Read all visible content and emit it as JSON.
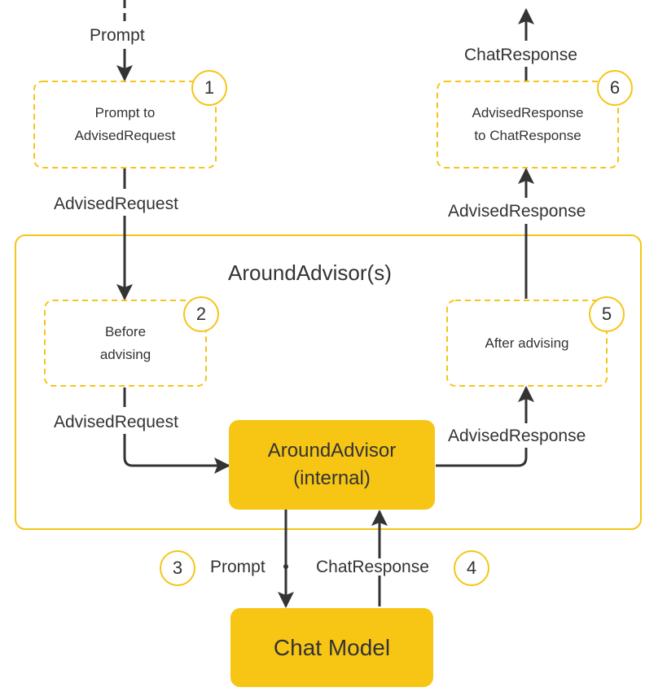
{
  "colors": {
    "accent": "#f7c514",
    "border": "#f5c518",
    "line": "#333333"
  },
  "input_label": "Prompt",
  "output_label": "ChatResponse",
  "step1": {
    "number": "1",
    "line1": "Prompt to",
    "line2": "AdvisedRequest"
  },
  "label_after_step1": "AdvisedRequest",
  "step6": {
    "number": "6",
    "line1": "AdvisedResponse",
    "line2": "to ChatResponse"
  },
  "label_before_step6": "AdvisedResponse",
  "container_title": "AroundAdvisor(s)",
  "step2": {
    "number": "2",
    "line1": "Before",
    "line2": "advising"
  },
  "label_after_step2": "AdvisedRequest",
  "step5": {
    "number": "5",
    "line1": "After advising"
  },
  "label_before_step5": "AdvisedResponse",
  "internal_box": {
    "line1": "AroundAdvisor",
    "line2": "(internal)"
  },
  "step3": {
    "number": "3",
    "label": "Prompt"
  },
  "step4": {
    "number": "4",
    "label": "ChatResponse"
  },
  "chat_model": "Chat Model"
}
